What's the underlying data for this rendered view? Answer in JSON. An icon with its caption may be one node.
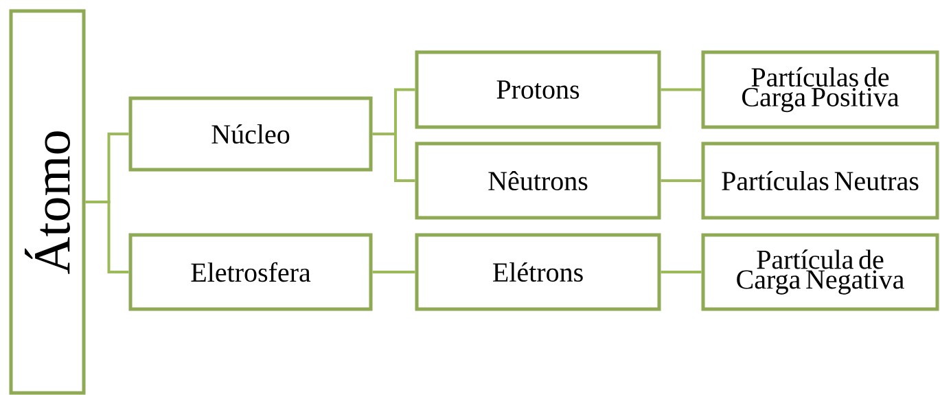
{
  "diagram": {
    "nodes": [
      {
        "text": [
          "Átomo"
        ]
      },
      {
        "text": [
          "Núcleo"
        ]
      },
      {
        "text": [
          "Eletrosfera"
        ]
      },
      {
        "text": [
          "Protons"
        ]
      },
      {
        "text": [
          "Nêutrons"
        ]
      },
      {
        "text": [
          "Elétrons"
        ]
      },
      {
        "text": [
          "Partículas de Carga Positiva"
        ]
      },
      {
        "text": [
          "Partículas Neutras"
        ]
      },
      {
        "text": [
          "Partícula de Carga Negativa"
        ]
      }
    ],
    "edges": [
      {
        "from": 0,
        "to": 1,
        "arrow": "none"
      },
      {
        "from": 0,
        "to": 2,
        "arrow": "none"
      },
      {
        "from": 1,
        "to": 3,
        "arrow": "none"
      },
      {
        "from": 1,
        "to": 4,
        "arrow": "none"
      },
      {
        "from": 2,
        "to": 5,
        "arrow": "none"
      },
      {
        "from": 3,
        "to": 6,
        "arrow": "none"
      },
      {
        "from": 4,
        "to": 7,
        "arrow": "none"
      },
      {
        "from": 5,
        "to": 8,
        "arrow": "none"
      }
    ]
  }
}
